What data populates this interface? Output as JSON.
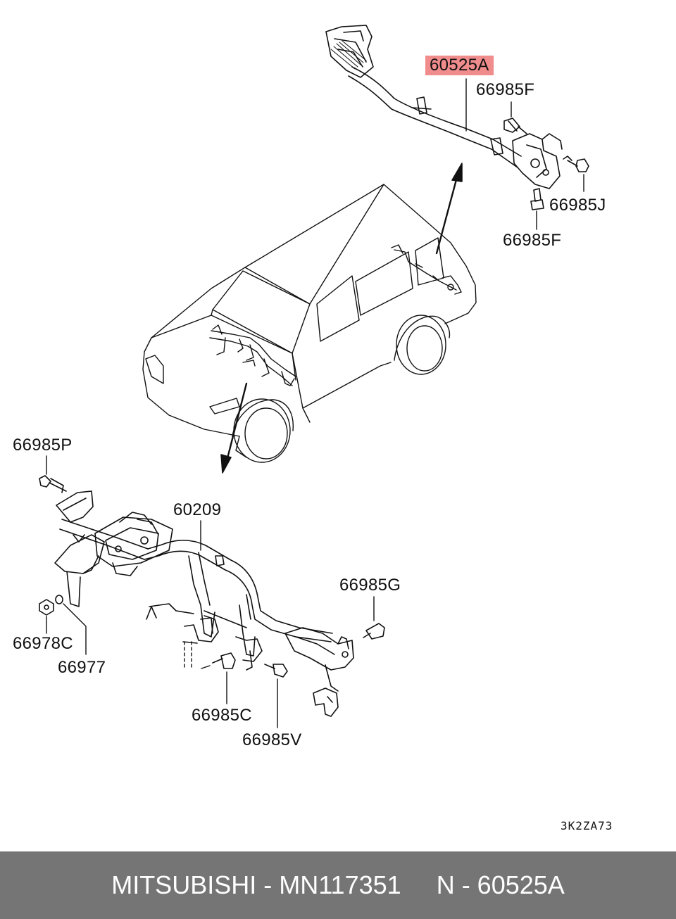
{
  "callouts": {
    "p60525A": "60525A",
    "p66985F_top": "66985F",
    "p66985J": "66985J",
    "p66985F_bottom": "66985F",
    "p66985P": "66985P",
    "p60209": "60209",
    "p66985G": "66985G",
    "p66978C": "66978C",
    "p66977": "66977",
    "p66985C": "66985C",
    "p66985V": "66985V"
  },
  "diagram_code": "3K2ZA73",
  "highlight_color": "#f08c8c",
  "footer": {
    "background": "#757575",
    "brand": "MITSUBISHI",
    "separator": " - ",
    "part_number": "MN117351",
    "ref": "N - 60525A"
  }
}
